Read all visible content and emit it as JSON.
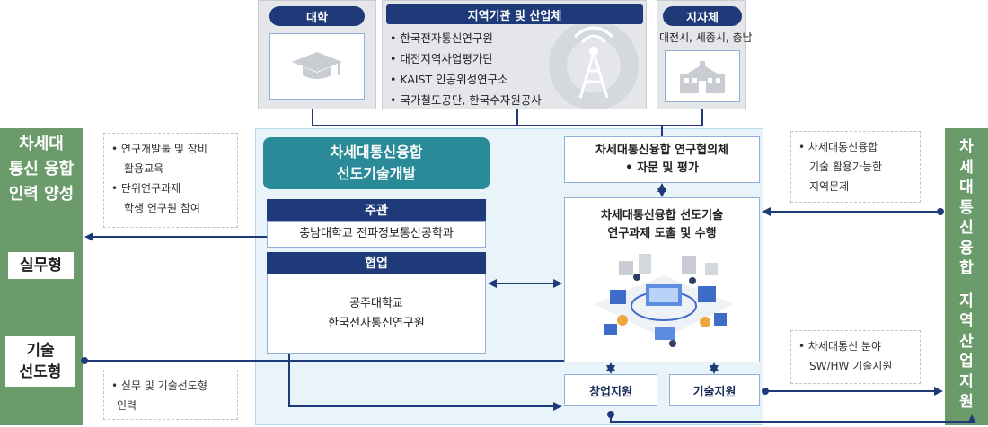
{
  "top": {
    "university": {
      "label": "대학",
      "icon": "graduation-cap-icon"
    },
    "regional": {
      "label": "지역기관 및 산업체",
      "items": [
        "한국전자통신연구원",
        "대전지역사업평가단",
        "KAIST 인공위성연구소",
        "국가철도공단, 한국수자원공사"
      ],
      "icon": "antenna-tower-icon"
    },
    "local_gov": {
      "label": "지자체",
      "items": [
        "대전시, 세종시, 충남"
      ],
      "icon": "government-building-icon"
    }
  },
  "center": {
    "title_lines": [
      "차세대통신융합",
      "선도기술개발"
    ],
    "lead": {
      "label": "주관",
      "org": "충남대학교 전파정보통신공학과"
    },
    "coop": {
      "label": "협업",
      "orgs": [
        "공주대학교",
        "한국전자통신연구원"
      ]
    },
    "council": {
      "title": "차세대통신융합 연구협의체",
      "item": "자문 및 평가"
    },
    "research": {
      "title_lines": [
        "차세대통신융합 선도기술",
        "연구과제 도출 및 수행"
      ]
    },
    "startup": "창업지원",
    "tech": "기술지원"
  },
  "left": {
    "title_lines": [
      "차세대",
      "통신 융합",
      "인력 양성"
    ],
    "practical": "실무형",
    "leading_lines": [
      "기술",
      "선도형"
    ],
    "note1": [
      "연구개발툴 및 장비",
      "활용교육",
      "단위연구과제",
      "학생 연구원 참여"
    ],
    "note2": [
      "실무 및 기술선도형",
      "인력"
    ]
  },
  "right": {
    "title_top": [
      "차",
      "세",
      "대",
      "통",
      "신",
      "융",
      "합"
    ],
    "title_bottom": [
      "지",
      "역",
      "산",
      "업",
      "지",
      "원"
    ],
    "note1": [
      "차세대통신융합",
      "기술 활용가능한",
      "지역문제"
    ],
    "note2": [
      "차세대통신 분야",
      "SW/HW 기술지원"
    ]
  },
  "colors": {
    "navy": "#1f3a78",
    "teal": "#2a8a98",
    "green": "#6b9a6b",
    "line": "#1f3a78"
  }
}
